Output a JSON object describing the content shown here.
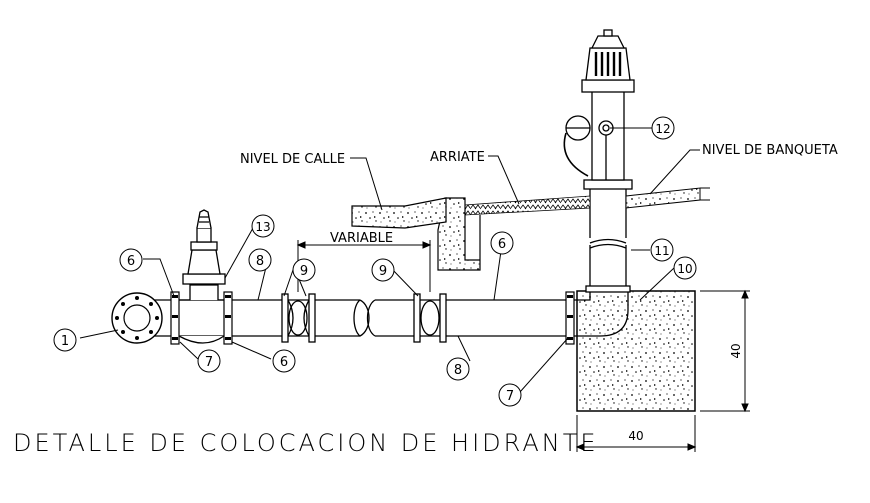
{
  "title": "DETALLE DE COLOCACION DE HIDRANTE",
  "labels": {
    "nivel_calle": "NIVEL DE CALLE",
    "arriate": "ARRIATE",
    "nivel_banqueta": "NIVEL DE BANQUETA",
    "variable": "VARIABLE"
  },
  "dimensions": {
    "width": "40",
    "height": "40"
  },
  "callouts": {
    "c1": "1",
    "c6a": "6",
    "c6b": "6",
    "c6c": "6",
    "c7a": "7",
    "c7b": "7",
    "c8a": "8",
    "c8b": "8",
    "c9a": "9",
    "c9b": "9",
    "c10": "10",
    "c11": "11",
    "c12": "12",
    "c13": "13"
  }
}
